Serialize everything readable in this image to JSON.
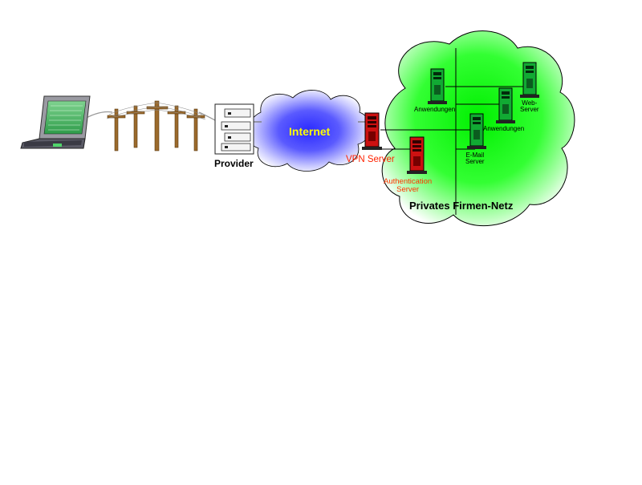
{
  "labels": {
    "provider": "Provider",
    "internet": "Internet",
    "vpn_server": "VPN Server",
    "auth_server_line1": "Authentication",
    "auth_server_line2": "Server",
    "private_network": "Privates Firmen-Netz",
    "app_server_1": "Anwendungen",
    "app_server_2": "Anwendungen",
    "web_server_line1": "Web-",
    "web_server_line2": "Server",
    "mail_server_line1": "E-Mail",
    "mail_server_line2": "Server"
  },
  "colors": {
    "internet_text": "#ffff00",
    "cloud_blue": "#3333ff",
    "network_green": "#00ee00",
    "vpn_red": "#cc1111",
    "auth_text_red": "#ff3300",
    "server_green": "#11aa33"
  },
  "icons": [
    "laptop-icon",
    "telephone-poles-icon",
    "provider-rack-icon",
    "internet-cloud-icon",
    "server-tower-icon"
  ]
}
